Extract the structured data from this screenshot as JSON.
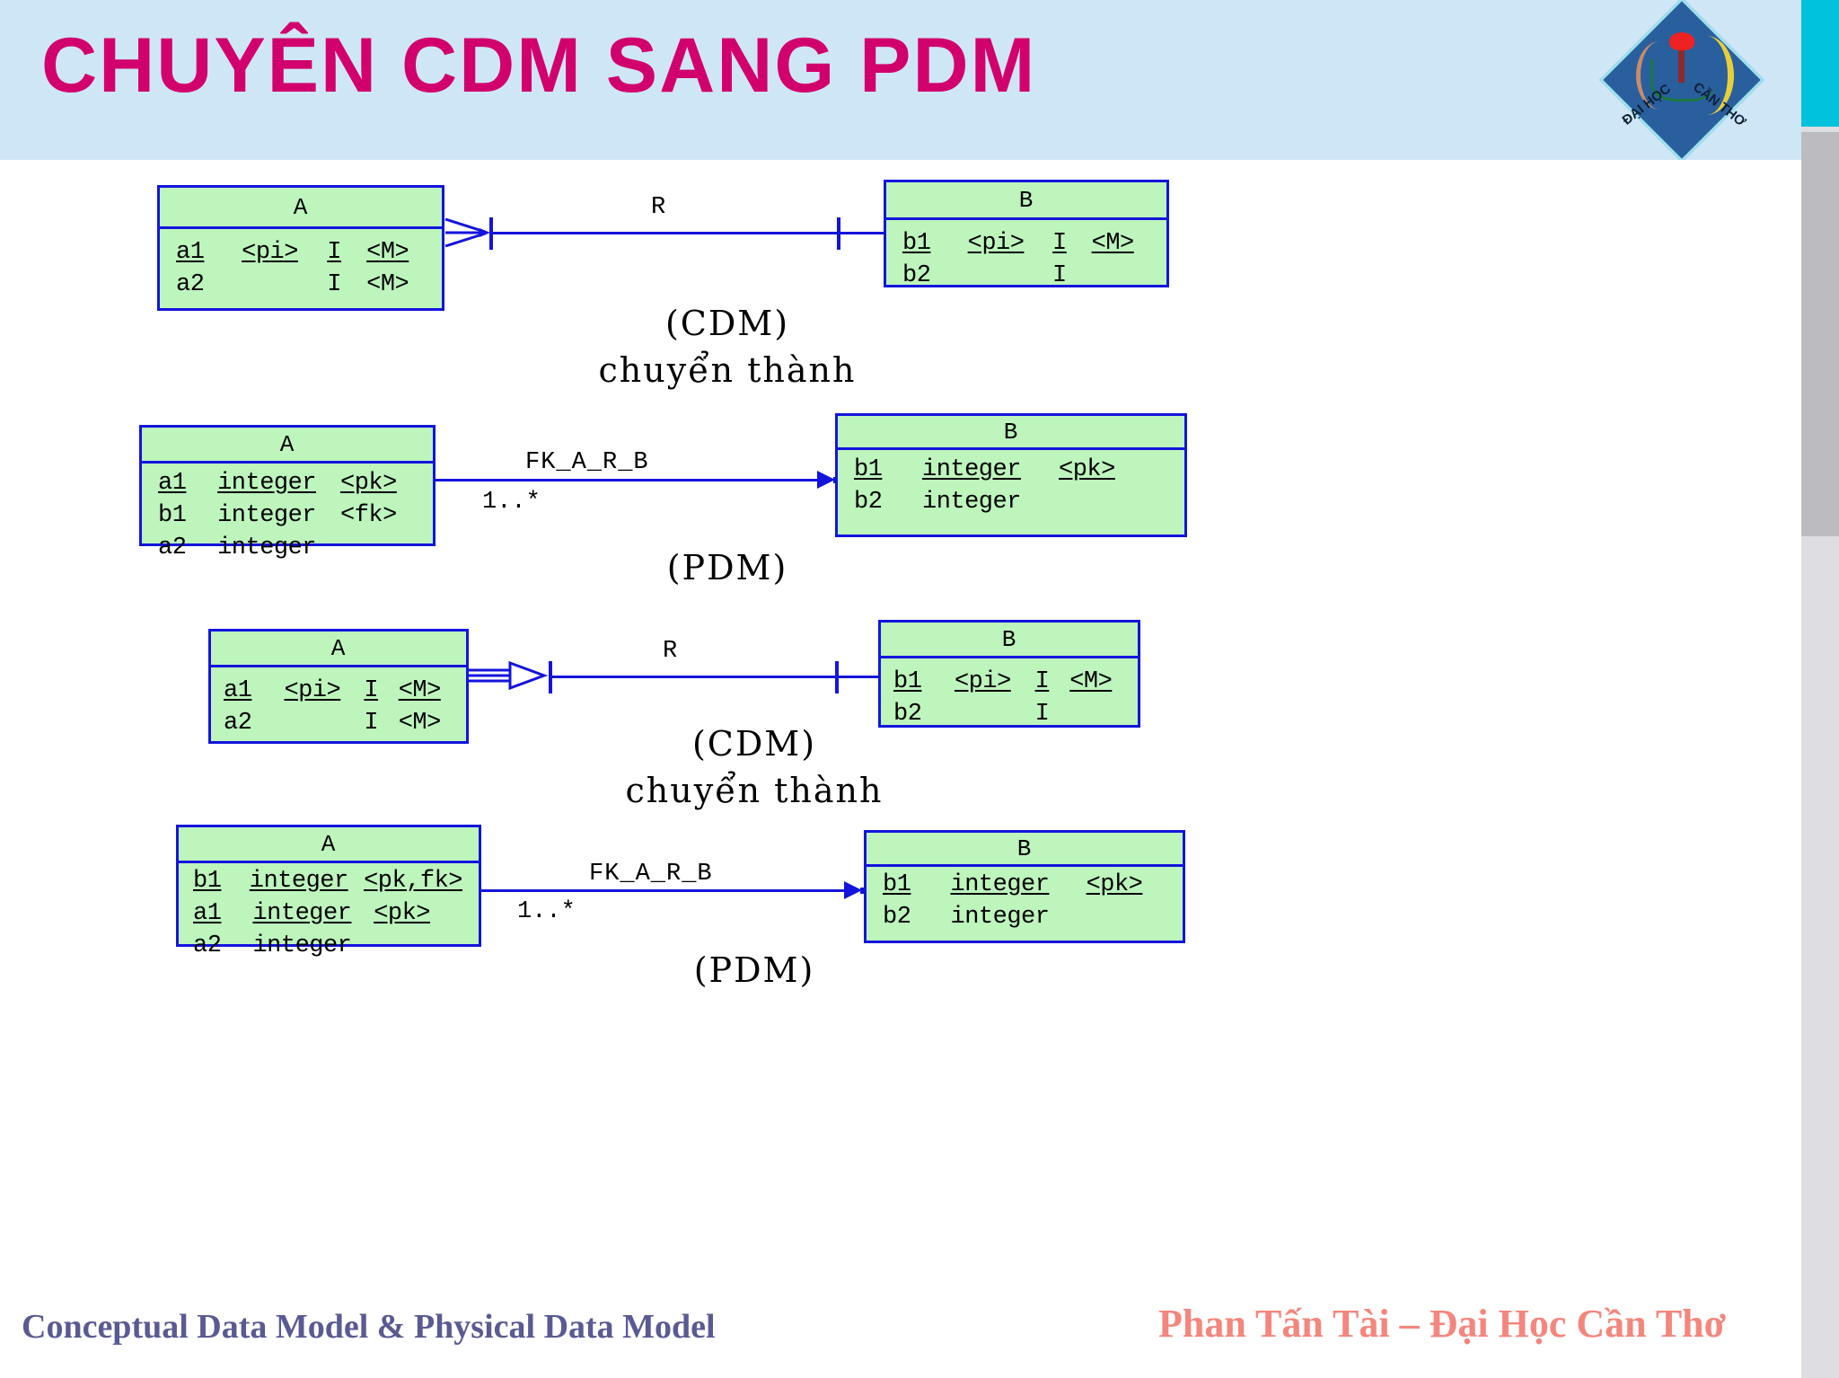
{
  "header": {
    "title": "CHUYÊN CDM SANG PDM",
    "background_color": "#cfe6f7",
    "title_color": "#d1006c"
  },
  "logo": {
    "name": "can-tho-university-logo",
    "text_left": "ĐẠI HỌC",
    "text_right": "CẦN THƠ"
  },
  "right_edge": {
    "cyan_color": "#00c2dd",
    "scrollbar_thumb_color": "#bcbcc0",
    "scrollbar_track_color": "#dedee2"
  },
  "theme": {
    "entity_fill": "#bdf5bd",
    "entity_border": "#1414dd",
    "line_color": "#1414dd"
  },
  "diagrams": [
    {
      "id": "cdm-1",
      "kind": "CDM",
      "caption_line1": "(CDM)",
      "caption_line2": "chuyển thành",
      "relationship_label": "R",
      "left_entity": {
        "title": "A",
        "rows": [
          {
            "name": "a1",
            "type": "<pi>",
            "mand": "I",
            "note": "<M>",
            "underline": true
          },
          {
            "name": "a2",
            "type": "",
            "mand": "I",
            "note": "<M>",
            "underline": false
          }
        ]
      },
      "right_entity": {
        "title": "B",
        "rows": [
          {
            "name": "b1",
            "type": "<pi>",
            "mand": "I",
            "note": "<M>",
            "underline": true
          },
          {
            "name": "b2",
            "type": "",
            "mand": "I",
            "note": "",
            "underline": false
          }
        ]
      }
    },
    {
      "id": "pdm-1",
      "kind": "PDM",
      "caption_line1": "(PDM)",
      "caption_line2": "",
      "relationship_label": "FK_A_R_B",
      "cardinality": "1..*",
      "left_entity": {
        "title": "A",
        "rows": [
          {
            "name": "a1",
            "type": "integer",
            "mand": "<pk>",
            "note": "",
            "underline": true
          },
          {
            "name": "b1",
            "type": "integer",
            "mand": "<fk>",
            "note": "",
            "underline": false
          },
          {
            "name": "a2",
            "type": "integer",
            "mand": "",
            "note": "",
            "underline": false
          }
        ]
      },
      "right_entity": {
        "title": "B",
        "rows": [
          {
            "name": "b1",
            "type": "integer",
            "mand": "<pk>",
            "note": "",
            "underline": true
          },
          {
            "name": "b2",
            "type": "integer",
            "mand": "",
            "note": "",
            "underline": false
          }
        ]
      }
    },
    {
      "id": "cdm-2",
      "kind": "CDM",
      "caption_line1": "(CDM)",
      "caption_line2": "chuyển thành",
      "relationship_label": "R",
      "left_entity": {
        "title": "A",
        "rows": [
          {
            "name": "a1",
            "type": "<pi>",
            "mand": "I",
            "note": "<M>",
            "underline": true
          },
          {
            "name": "a2",
            "type": "",
            "mand": "I",
            "note": "<M>",
            "underline": false
          }
        ]
      },
      "right_entity": {
        "title": "B",
        "rows": [
          {
            "name": "b1",
            "type": "<pi>",
            "mand": "I",
            "note": "<M>",
            "underline": true
          },
          {
            "name": "b2",
            "type": "",
            "mand": "I",
            "note": "",
            "underline": false
          }
        ]
      }
    },
    {
      "id": "pdm-2",
      "kind": "PDM",
      "caption_line1": "(PDM)",
      "caption_line2": "",
      "relationship_label": "FK_A_R_B",
      "cardinality": "1..*",
      "left_entity": {
        "title": "A",
        "rows": [
          {
            "name": "b1",
            "type": "integer",
            "mand": "<pk,fk>",
            "note": "",
            "underline": true
          },
          {
            "name": "a1",
            "type": "integer",
            "mand": "<pk>",
            "note": "",
            "underline": true
          },
          {
            "name": "a2",
            "type": "integer",
            "mand": "",
            "note": "",
            "underline": false
          }
        ]
      },
      "right_entity": {
        "title": "B",
        "rows": [
          {
            "name": "b1",
            "type": "integer",
            "mand": "<pk>",
            "note": "",
            "underline": true
          },
          {
            "name": "b2",
            "type": "integer",
            "mand": "",
            "note": "",
            "underline": false
          }
        ]
      }
    }
  ],
  "footer": {
    "left": "Conceptual Data Model  & Physical Data Model",
    "right": "Phan Tấn Tài – Đại Học Cần Thơ",
    "left_color": "#5a5a93",
    "right_color": "#f4867d"
  }
}
